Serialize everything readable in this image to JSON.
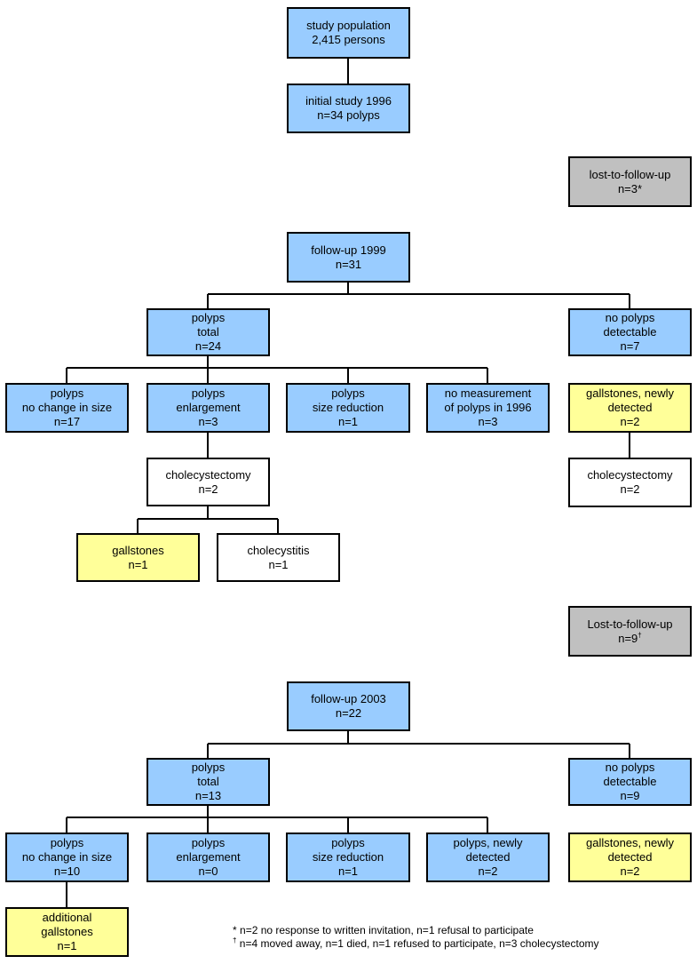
{
  "boxes": {
    "study_population": [
      "study population",
      "2,415 persons"
    ],
    "initial_study": [
      "initial study 1996",
      "n=34 polyps"
    ],
    "lost1": [
      "lost-to-follow-up",
      "n=3*"
    ],
    "fu1999": [
      "follow-up 1999",
      "n=31"
    ],
    "polyps_total_1999": [
      "polyps",
      "total",
      "n=24"
    ],
    "no_polyps_1999": [
      "no polyps",
      "detectable",
      "n=7"
    ],
    "nochange_1999": [
      "polyps",
      "no change in size",
      "n=17"
    ],
    "enlarge_1999": [
      "polyps",
      "enlargement",
      "n=3"
    ],
    "reduction_1999": [
      "polyps",
      "size reduction",
      "n=1"
    ],
    "nomeasure_1999": [
      "no measurement",
      "of polyps in 1996",
      "n=3"
    ],
    "gallnew_1999": [
      "gallstones, newly",
      "detected",
      "n=2"
    ],
    "chole_1999a": [
      "cholecystectomy",
      "n=2"
    ],
    "chole_1999b": [
      "cholecystectomy",
      "n=2"
    ],
    "gallstones_1999": [
      "gallstones",
      "n=1"
    ],
    "cholecystitis_1999": [
      "cholecystitis",
      "n=1"
    ],
    "lost2": [
      "Lost-to-follow-up",
      "n=9"
    ],
    "fu2003": [
      "follow-up 2003",
      "n=22"
    ],
    "polyps_total_2003": [
      "polyps",
      "total",
      "n=13"
    ],
    "no_polyps_2003": [
      "no polyps",
      "detectable",
      "n=9"
    ],
    "nochange_2003": [
      "polyps",
      "no change in size",
      "n=10"
    ],
    "enlarge_2003": [
      "polyps",
      "enlargement",
      "n=0"
    ],
    "reduction_2003": [
      "polyps",
      "size reduction",
      "n=1"
    ],
    "newpolyps_2003": [
      "polyps, newly",
      "detected",
      "n=2"
    ],
    "gallnew_2003": [
      "gallstones, newly",
      "detected",
      "n=2"
    ],
    "additional_2003": [
      "additional",
      "gallstones",
      "n=1"
    ]
  },
  "lost2_mark": "†",
  "footnotes": {
    "star_mark": "*",
    "star_text": "n=2 no response to written invitation, n=1 refusal to participate",
    "dagger_mark": "†",
    "dagger_text": "n=4 moved away, n=1 died, n=1 refused to participate, n=3 cholecystectomy"
  },
  "colors": {
    "blue": "#99ccff",
    "yellow": "#ffff99",
    "grey": "#c0c0c0",
    "white": "#ffffff"
  }
}
